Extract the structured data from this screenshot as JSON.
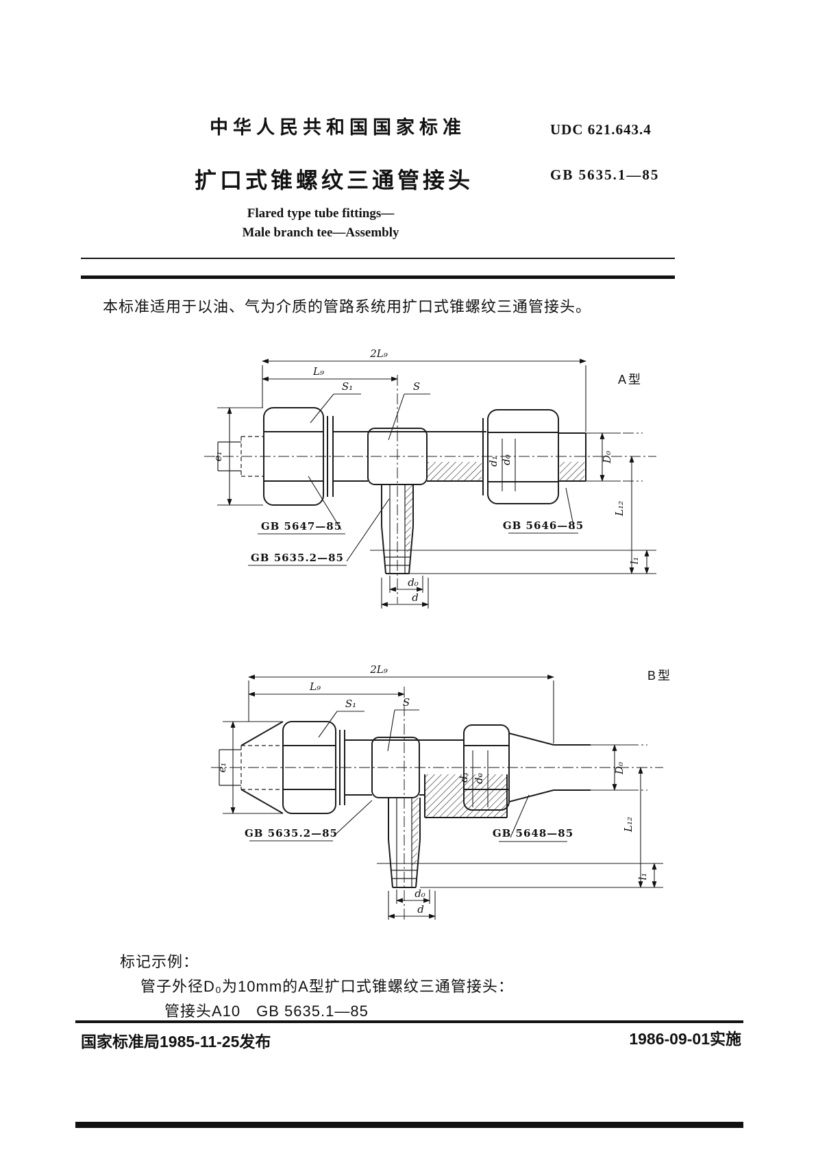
{
  "header": {
    "org": "中华人民共和国国家标准",
    "udc": "UDC 621.643.4",
    "title_zh": "扩口式锥螺纹三通管接头",
    "code": "GB 5635.1—85",
    "title_en1": "Flared type tube fittings—",
    "title_en2": "Male branch tee—Assembly"
  },
  "scope": "本标准适用于以油、气为介质的管路系统用扩口式锥螺纹三通管接头。",
  "diagrams": {
    "a": {
      "type_label": "A型",
      "ref_nut": "GB 5647—85",
      "ref_body": "GB 5635.2—85",
      "ref_connector": "GB 5646—85"
    },
    "b": {
      "type_label": "B型",
      "ref_body": "GB 5635.2—85",
      "ref_connector": "GB 5648—85"
    },
    "dims": {
      "two_l9": "2L₉",
      "l9": "L₉",
      "s1": "S₁",
      "s": "S",
      "e1": "e₁",
      "d1": "d₁",
      "d0": "d₀",
      "big_d0": "D₀",
      "l12": "L₁₂",
      "l1": "l₁",
      "d": "d"
    }
  },
  "marking": {
    "heading": "标记示例：",
    "example_desc": "管子外径D₀为10mm的A型扩口式锥螺纹三通管接头：",
    "example_code": "管接头A10　GB 5635.1—85"
  },
  "footer": {
    "issued": "国家标准局1985-11-25发布",
    "implemented": "1986-09-01实施"
  }
}
